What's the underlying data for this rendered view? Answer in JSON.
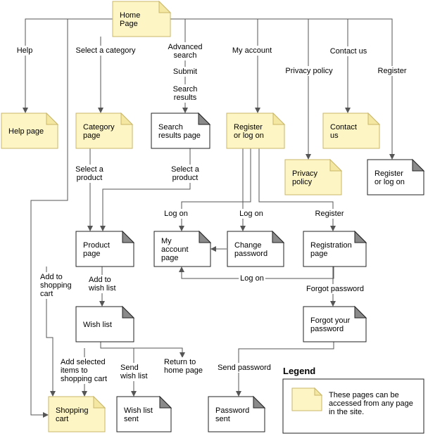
{
  "colors": {
    "global_fill": "#fdf5c4",
    "global_stroke": "#c9b769",
    "page_fill": "#ffffff",
    "page_stroke": "#222222",
    "fold": "#8a8a8a",
    "line": "#555555"
  },
  "pages": {
    "home": {
      "lines": [
        "Home",
        "Page"
      ],
      "global": true
    },
    "help_page": {
      "lines": [
        "Help page"
      ],
      "global": true
    },
    "category_page": {
      "lines": [
        "Category",
        "page"
      ],
      "global": true
    },
    "search_results_page": {
      "lines": [
        "Search",
        "results page"
      ],
      "global": false
    },
    "register_logon_global": {
      "lines": [
        "Register",
        "or log on"
      ],
      "global": true
    },
    "contact_us": {
      "lines": [
        "Contact",
        "us"
      ],
      "global": true
    },
    "privacy_policy": {
      "lines": [
        "Privacy",
        "policy"
      ],
      "global": true
    },
    "register_logon": {
      "lines": [
        "Register",
        "or log on"
      ],
      "global": false
    },
    "product_page": {
      "lines": [
        "Product",
        "page"
      ],
      "global": false
    },
    "my_account_page": {
      "lines": [
        "My",
        "account",
        "page"
      ],
      "global": false
    },
    "change_password": {
      "lines": [
        "Change",
        "password"
      ],
      "global": false
    },
    "registration_page": {
      "lines": [
        "Registration",
        "page"
      ],
      "global": false
    },
    "wish_list": {
      "lines": [
        "Wish list"
      ],
      "global": false
    },
    "forgot_password": {
      "lines": [
        "Forgot your",
        "password"
      ],
      "global": false
    },
    "shopping_cart": {
      "lines": [
        "Shopping",
        "cart"
      ],
      "global": true
    },
    "wish_list_sent": {
      "lines": [
        "Wish list",
        "sent"
      ],
      "global": false
    },
    "password_sent": {
      "lines": [
        "Password",
        "sent"
      ],
      "global": false
    }
  },
  "labels": {
    "help": [
      "Help"
    ],
    "select_category": [
      "Select a category"
    ],
    "advanced_search": [
      "Advanced",
      "search"
    ],
    "submit": [
      "Submit"
    ],
    "search_results": [
      "Search",
      "results"
    ],
    "my_account": [
      "My account"
    ],
    "privacy_policy": [
      "Privacy policy"
    ],
    "contact_us": [
      "Contact us"
    ],
    "register_top": [
      "Register"
    ],
    "select_product_1": [
      "Select a",
      "product"
    ],
    "select_product_2": [
      "Select a",
      "product"
    ],
    "log_on_1": [
      "Log on"
    ],
    "log_on_2": [
      "Log on"
    ],
    "register_mid": [
      "Register"
    ],
    "log_on_3": [
      "Log on"
    ],
    "add_to_cart": [
      "Add to",
      "shopping",
      "cart"
    ],
    "add_to_wish_list": [
      "Add to",
      "wish list"
    ],
    "forgot_password": [
      "Forgot password"
    ],
    "add_selected": [
      "Add selected",
      "items to",
      "shopping cart"
    ],
    "send_wish_list": [
      "Send",
      "wish list"
    ],
    "return_home": [
      "Return to",
      "home page"
    ],
    "send_password": [
      "Send password"
    ]
  },
  "legend": {
    "title": "Legend",
    "text": [
      "These pages can be",
      "accessed from any page",
      "in the site."
    ]
  }
}
